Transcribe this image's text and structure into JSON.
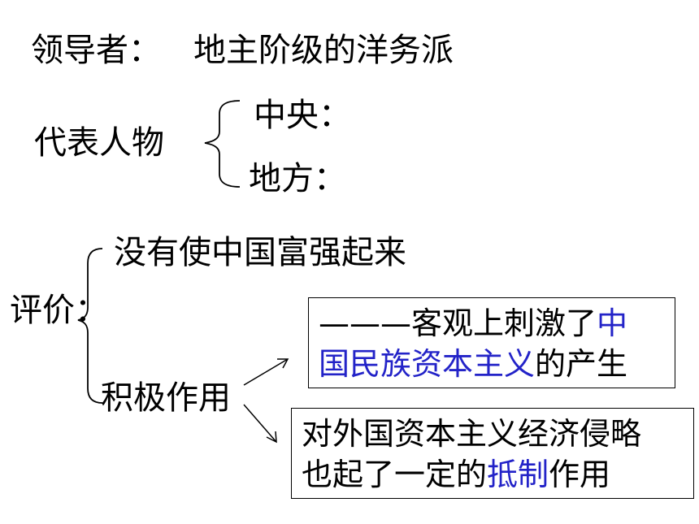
{
  "leader": {
    "label": "领导者：",
    "value": "地主阶级的洋务派"
  },
  "representatives": {
    "label": "代表人物",
    "central": "中央：",
    "local": "地方："
  },
  "evaluation": {
    "label": "评价：",
    "failure": "没有使中国富强起来",
    "positive": "积极作用"
  },
  "effect_box_1": {
    "line1_prefix": "———客观上刺激了",
    "line1_highlight": "中",
    "line2_highlight": "国民族资本主义",
    "line2_suffix": "的产生"
  },
  "effect_box_2": {
    "line1": "对外国资本主义经济侵略",
    "line2_prefix": "也起了一定的",
    "line2_highlight": "抵制",
    "line2_suffix": "作用"
  },
  "colors": {
    "text": "#000000",
    "highlight": "#2323c8",
    "background": "#ffffff"
  }
}
